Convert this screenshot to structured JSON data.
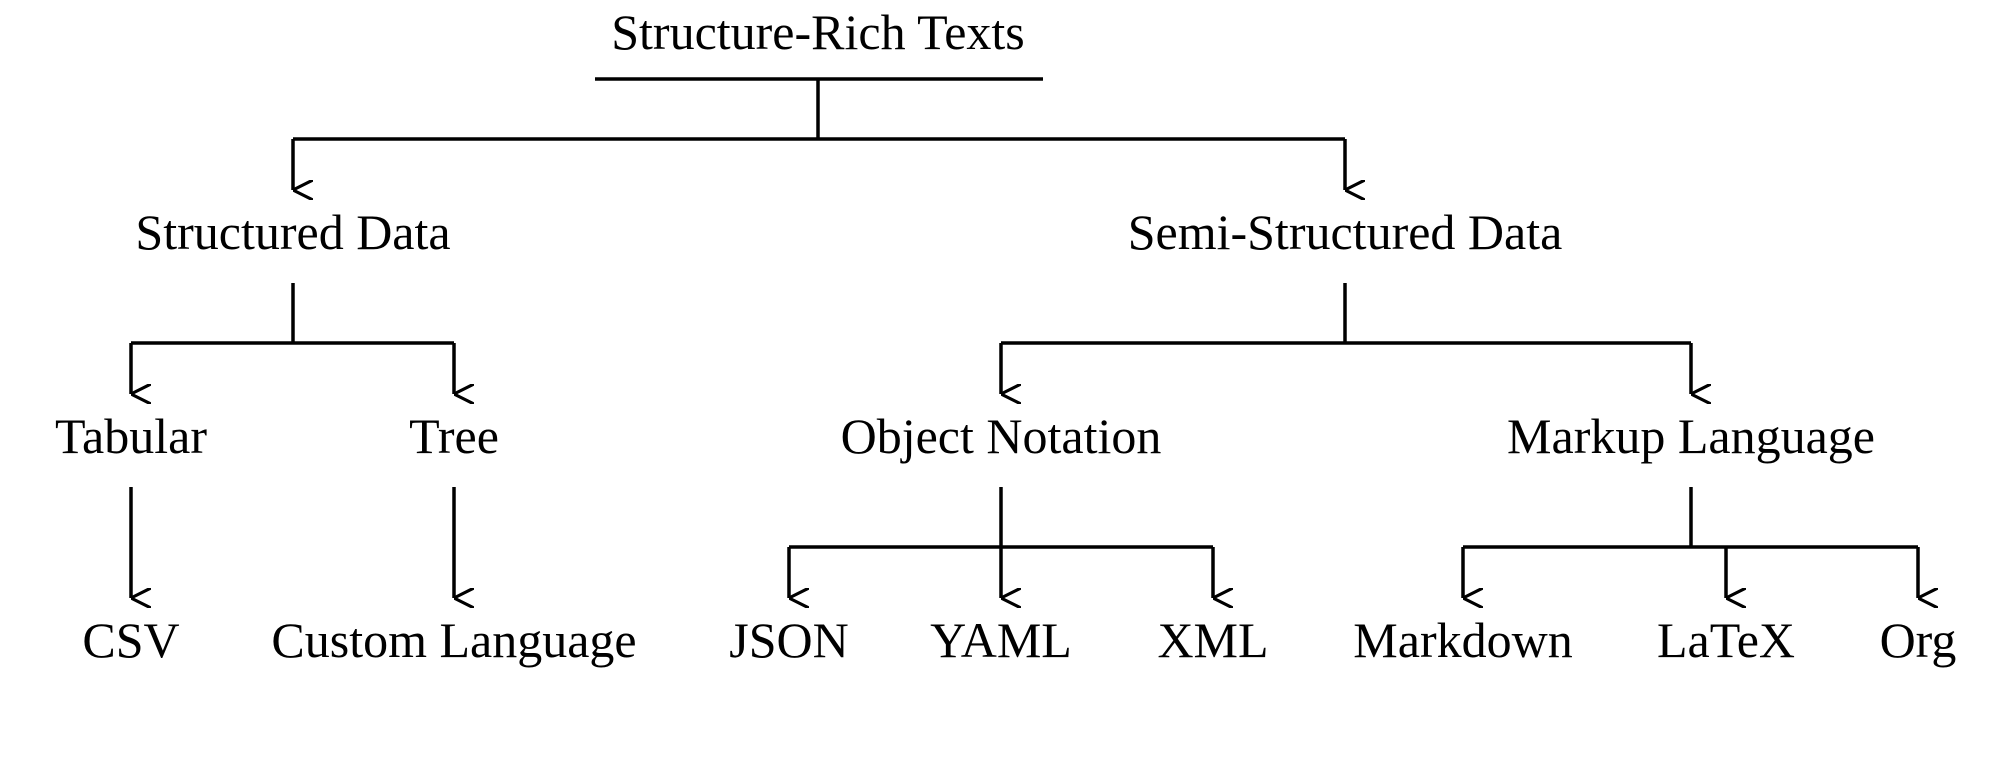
{
  "tree": {
    "root": "Structure-Rich Texts",
    "structured": {
      "label": "Structured Data",
      "tabular": {
        "label": "Tabular",
        "leaf": "CSV"
      },
      "tree": {
        "label": "Tree",
        "leaf": "Custom Language"
      }
    },
    "semi_structured": {
      "label": "Semi-Structured Data",
      "object_notation": {
        "label": "Object Notation",
        "leaves": [
          "JSON",
          "YAML",
          "XML"
        ]
      },
      "markup_language": {
        "label": "Markup Language",
        "leaves": [
          "Markdown",
          "LaTeX",
          "Org"
        ]
      }
    }
  },
  "colors": {
    "ink": "#000000",
    "background": "#ffffff"
  }
}
